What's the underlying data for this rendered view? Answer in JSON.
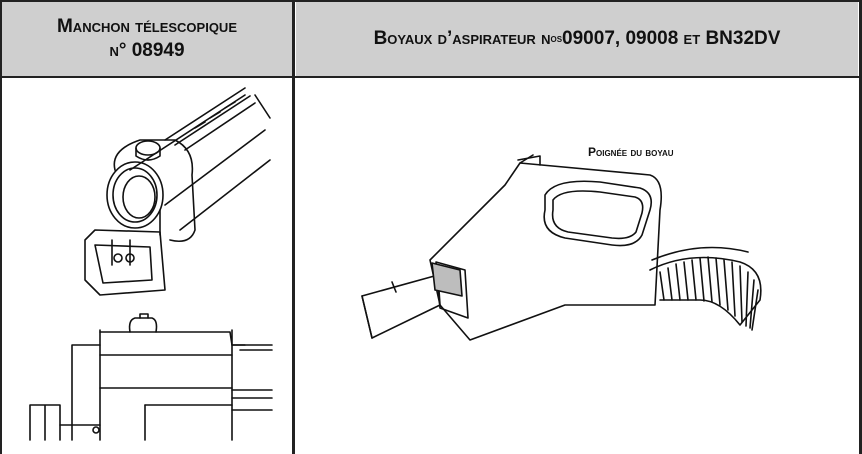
{
  "table": {
    "header_left_line1": "Manchon télescopique",
    "header_left_line2": "n° 08949",
    "header_right_prefix": "Boyaux d’aspirateur n",
    "header_right_sup": "os",
    "header_right_suffix": " 09007, 09008 et BN32DV"
  },
  "right_illustration": {
    "callout_label": "Poignée du boyau"
  },
  "colors": {
    "header_bg": "#cfcfcf",
    "grid_line": "#222222",
    "band_fill": "#bdbdbd"
  }
}
